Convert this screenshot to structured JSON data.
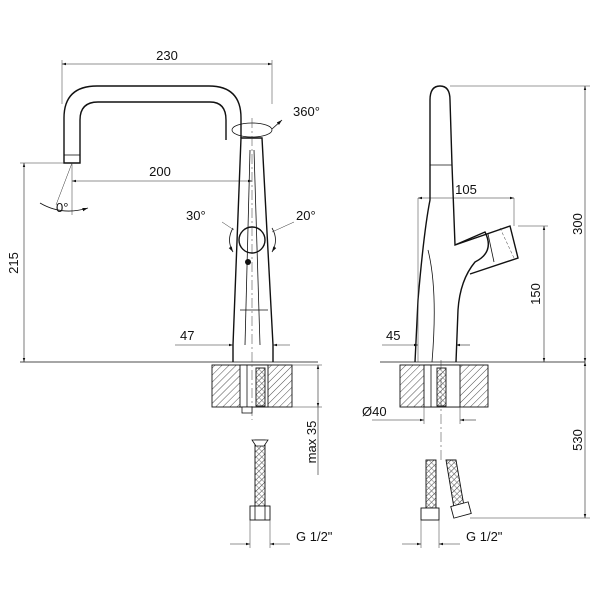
{
  "front_view": {
    "dims": {
      "spout_width": "230",
      "spout_reach": "200",
      "height": "215",
      "base_diameter": "47",
      "thread": "G 1/2\"",
      "max_thickness": "max 35"
    },
    "angles": {
      "swivel": "360°",
      "spout_tilt": "0°",
      "left_rotation": "30°",
      "right_rotation": "20°"
    }
  },
  "side_view": {
    "dims": {
      "handle_reach": "105",
      "total_height": "300",
      "handle_height": "150",
      "base_width": "45",
      "hole_diameter": "Ø40",
      "hose_length": "530",
      "thread": "G 1/2\""
    }
  }
}
